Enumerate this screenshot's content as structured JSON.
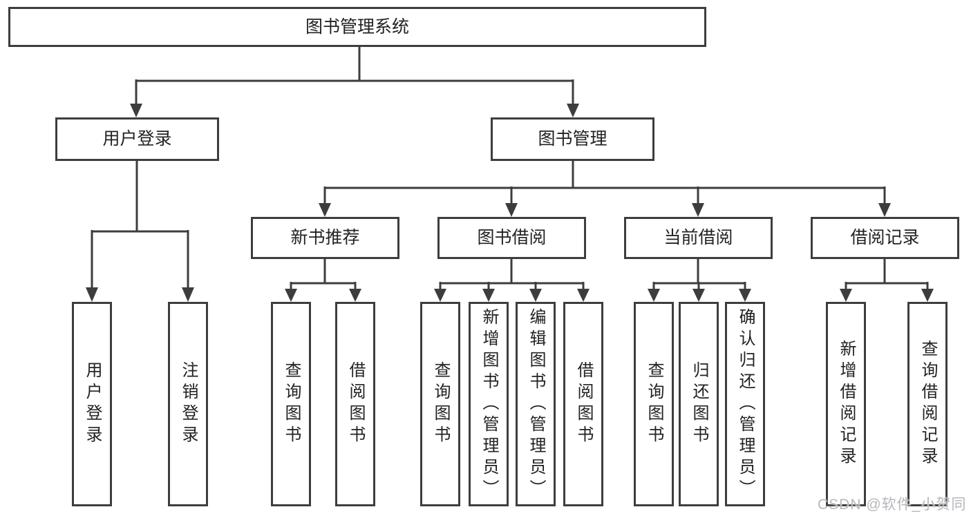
{
  "colors": {
    "line": "#3d3d3d",
    "box_border": "#3d3d3d",
    "box_fill": "#ffffff",
    "label_text": "#222222",
    "watermark_text": "#b4b7bb"
  },
  "watermark": "CSDN @软件_小贺同学",
  "tree": {
    "label": "图书管理系统",
    "children": [
      {
        "label": "用户登录",
        "children": [
          {
            "label": "用户登录"
          },
          {
            "label": "注销登录"
          }
        ]
      },
      {
        "label": "图书管理",
        "children": [
          {
            "label": "新书推荐",
            "children": [
              {
                "label": "查询图书"
              },
              {
                "label": "借阅图书"
              }
            ]
          },
          {
            "label": "图书借阅",
            "children": [
              {
                "label": "查询图书"
              },
              {
                "label": "新增图书（管理员）"
              },
              {
                "label": "编辑图书（管理员）"
              },
              {
                "label": "借阅图书"
              }
            ]
          },
          {
            "label": "当前借阅",
            "children": [
              {
                "label": "查询图书"
              },
              {
                "label": "归还图书"
              },
              {
                "label": "确认归还（管理员）"
              }
            ]
          },
          {
            "label": "借阅记录",
            "children": [
              {
                "label": "新增借阅记录"
              },
              {
                "label": "查询借阅记录"
              }
            ]
          }
        ]
      }
    ]
  }
}
